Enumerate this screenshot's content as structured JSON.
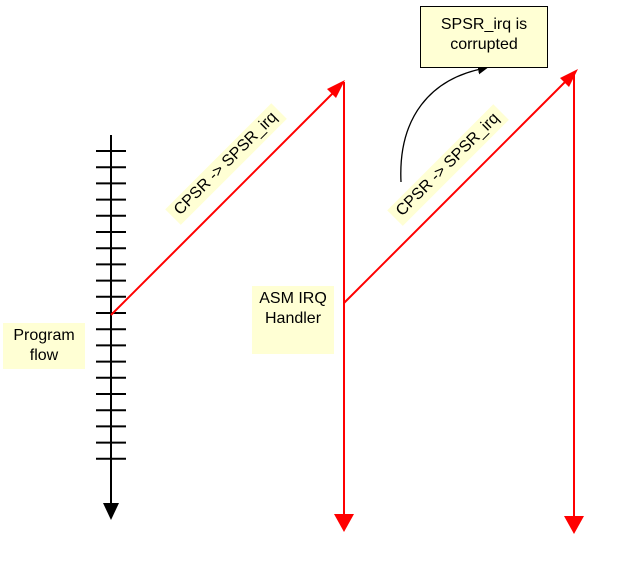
{
  "labels": {
    "program_flow": "Program flow",
    "asm_irq_handler": "ASM IRQ Handler",
    "spsr_corrupted": "SPSR_irq is corrupted",
    "transfer_1": "CPSR -> SPSR_irq",
    "transfer_2": "CPSR -> SPSR_irq"
  },
  "colors": {
    "flow_arrow": "#ff0000",
    "timeline": "#000000",
    "label_bg": "#ffffd4"
  }
}
